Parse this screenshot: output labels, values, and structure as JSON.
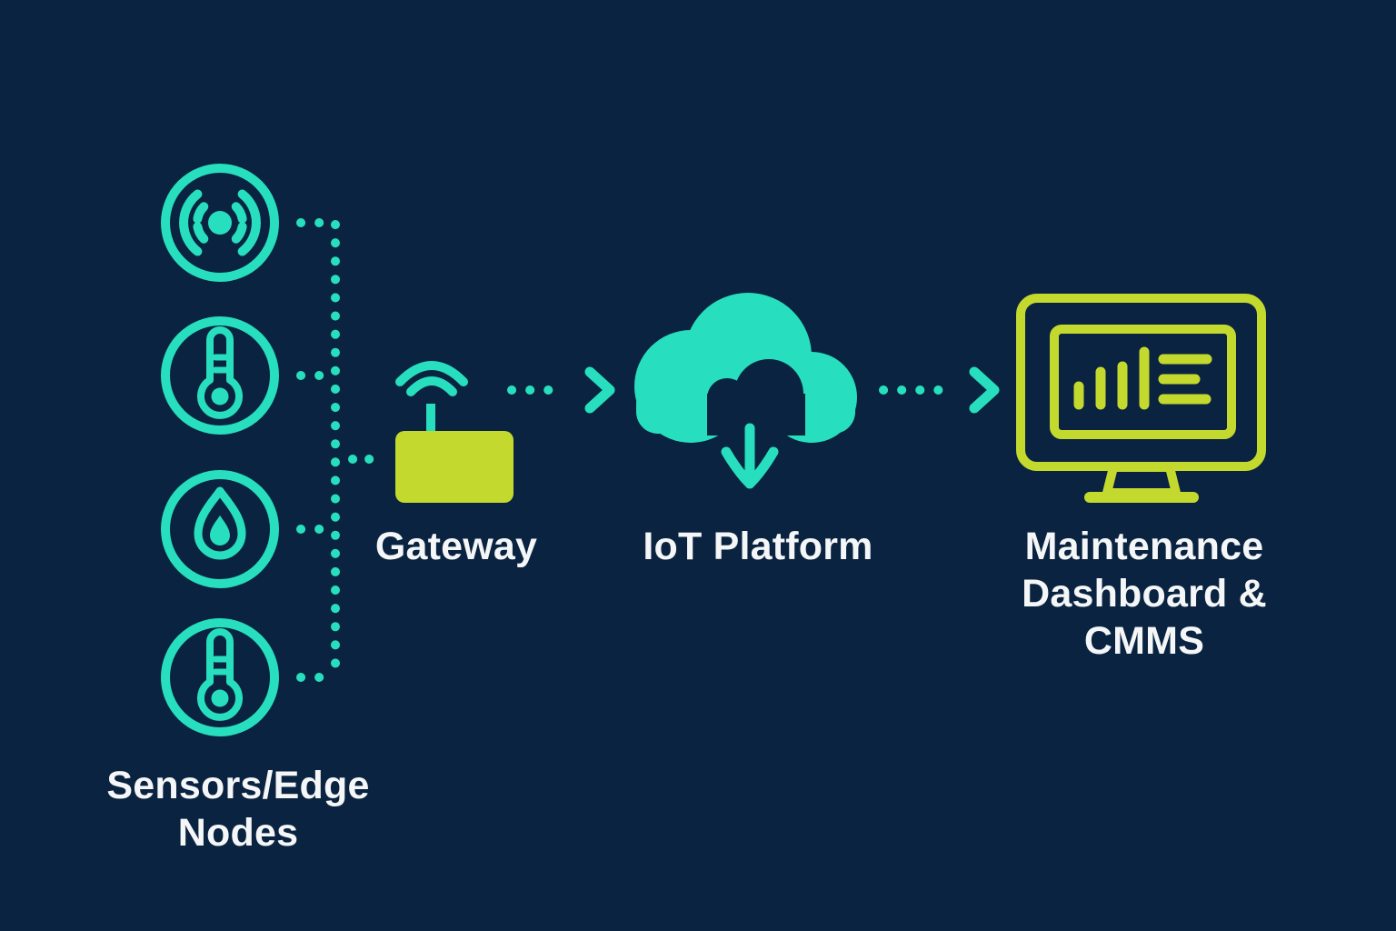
{
  "colors": {
    "background": "#0a2340",
    "teal": "#27dfbe",
    "lime": "#c4d92e",
    "text": "#f4f6f7"
  },
  "nodes": {
    "sensors": {
      "label": "Sensors/Edge\nNodes",
      "icons": [
        "wireless-signal-sensor",
        "temperature-sensor",
        "gas-flame-sensor",
        "temperature-sensor"
      ]
    },
    "gateway": {
      "label": "Gateway"
    },
    "iot_platform": {
      "label": "IoT Platform"
    },
    "dashboard": {
      "label": "Maintenance\nDashboard & CMMS"
    }
  },
  "connections": [
    {
      "from": "sensors",
      "to": "gateway",
      "style": "dotted-line"
    },
    {
      "from": "gateway",
      "to": "iot_platform",
      "style": "dotted-arrow"
    },
    {
      "from": "iot_platform",
      "to": "dashboard",
      "style": "dotted-arrow"
    }
  ]
}
